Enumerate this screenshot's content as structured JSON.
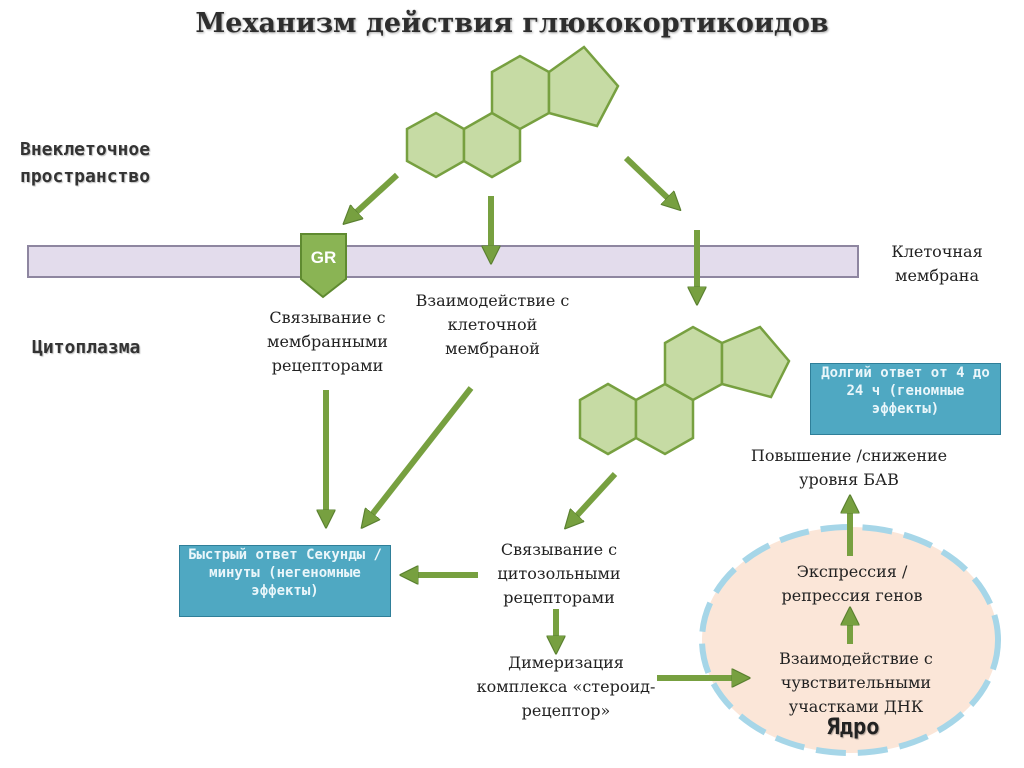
{
  "title": "Механизм действия глюкокортикоидов",
  "regions": {
    "extracellular": "Внеклеточное пространство",
    "cytoplasm": "Цитоплазма",
    "membrane": "Клеточная мембрана",
    "nucleus": "Ядро"
  },
  "receptor": {
    "label": "GR"
  },
  "steps": {
    "membrane_receptors": "Связывание с мембранными рецепторами",
    "membrane_interaction": "Взаимодействие с клеточной мембраной",
    "cytosolic_receptors": "Связывание с цитозольными рецепторами",
    "dimerization": "Димеризация комплекса «стероид-рецептор»",
    "dna_interaction": "Взаимодействие с чувствительными участками ДНК",
    "gene_expression": "Экспрессия / репрессия генов",
    "bav_level": "Повышение /снижение уровня БАВ"
  },
  "responses": {
    "fast": "Быстрый ответ Секунды /минуты (негеномные эффекты)",
    "long": "Долгий ответ от 4 до 24 ч (геномные эффекты)"
  },
  "colors": {
    "molecule_fill": "#c6dba4",
    "molecule_stroke": "#77a040",
    "arrow": "#77a040",
    "membrane_fill": "#e3dcec",
    "response_box": "#4fa8c2",
    "nucleus_fill": "#fbe6d8",
    "nucleus_border": "#a6d6e8"
  }
}
